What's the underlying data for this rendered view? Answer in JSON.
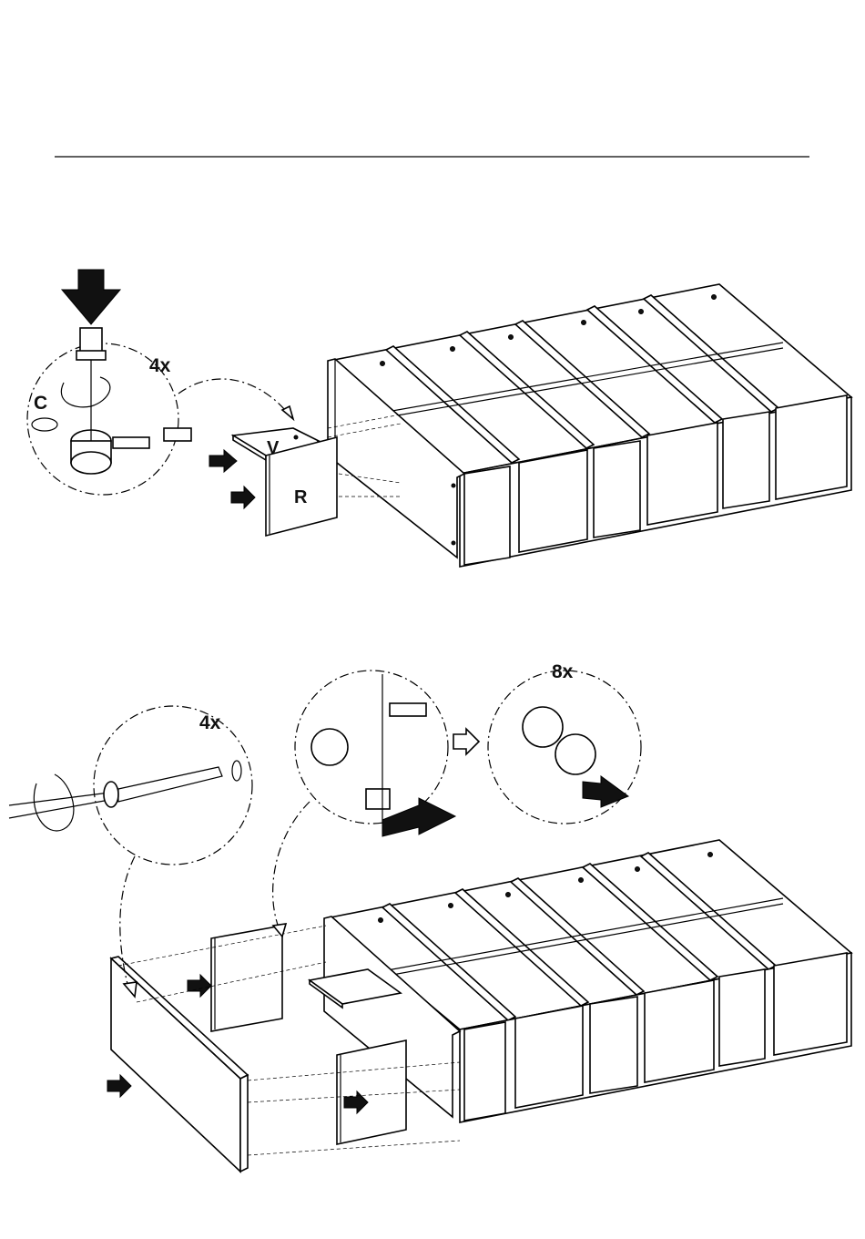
{
  "step_top": {
    "callout_qty": "4x",
    "part_c": "C",
    "part_v": "V",
    "part_r": "R"
  },
  "step_bottom": {
    "screw_qty": "4x",
    "cap_qty": "8x"
  }
}
